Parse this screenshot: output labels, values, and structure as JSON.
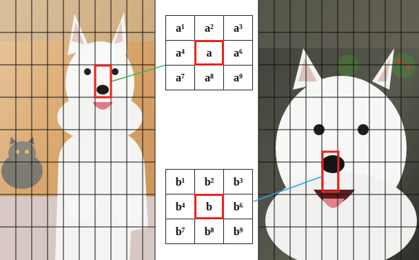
{
  "diagram": {
    "nodes": [
      {
        "text": [
          "a¹"
        ]
      },
      {
        "text": [
          "a²"
        ]
      },
      {
        "text": [
          "a³"
        ]
      },
      {
        "text": [
          "a⁴"
        ]
      },
      {
        "text": [
          "a"
        ]
      },
      {
        "text": [
          "a⁶"
        ]
      },
      {
        "text": [
          "a⁷"
        ]
      },
      {
        "text": [
          "a⁸"
        ]
      },
      {
        "text": [
          "a⁹"
        ]
      },
      {
        "text": [
          "b¹"
        ]
      },
      {
        "text": [
          "b²"
        ]
      },
      {
        "text": [
          "b³"
        ]
      },
      {
        "text": [
          "b⁴"
        ]
      },
      {
        "text": [
          "b"
        ]
      },
      {
        "text": [
          "b⁶"
        ]
      },
      {
        "text": [
          "b⁷"
        ]
      },
      {
        "text": [
          "b⁸"
        ]
      },
      {
        "text": [
          "b⁹"
        ]
      }
    ]
  }
}
